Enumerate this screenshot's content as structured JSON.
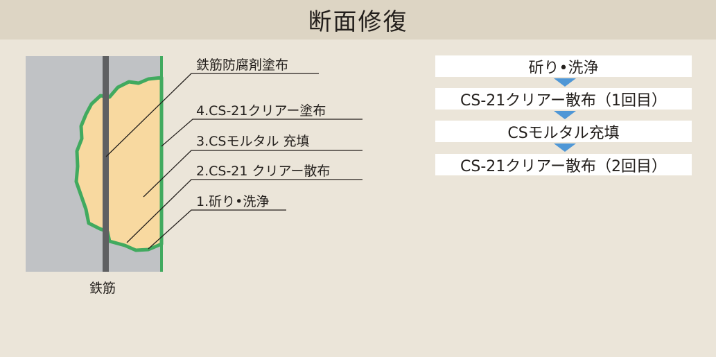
{
  "title": "断面修復",
  "diagram": {
    "rebar_label": "鉄筋",
    "callouts": [
      "鉄筋防腐剤塗布",
      "4.CS-21クリアー塗布",
      "3.CSモルタル 充填",
      "2.CS-21  クリアー散布",
      "1.斫り•洗浄"
    ]
  },
  "flow": {
    "steps": [
      "斫り•洗浄",
      "CS-21クリアー散布（1回目）",
      "CSモルタル充填",
      "CS-21クリアー散布（2回目）"
    ]
  },
  "colors": {
    "background": "#ebe5d9",
    "title_bar": "#ddd5c4",
    "concrete": "#c0c2c5",
    "mortar": "#f8d9a0",
    "coating": "#41aa5f",
    "rebar": "#5f6062",
    "arrow": "#4f97d6"
  }
}
